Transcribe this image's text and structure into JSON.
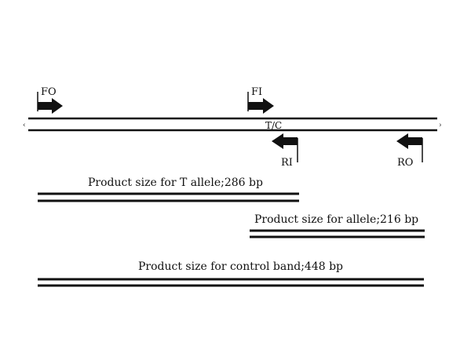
{
  "colors": {
    "line": "#111111",
    "arrow": "#111111",
    "background": "#ffffff"
  },
  "primers": {
    "fo": "FO",
    "fi": "FI",
    "ri": "RI",
    "ro": "RO"
  },
  "snp_label": "T/C",
  "products": {
    "t_allele": "Product size for T allele;286 bp",
    "c_allele": "Product size for  allele;216 bp",
    "control": "Product size for control band;448 bp"
  }
}
